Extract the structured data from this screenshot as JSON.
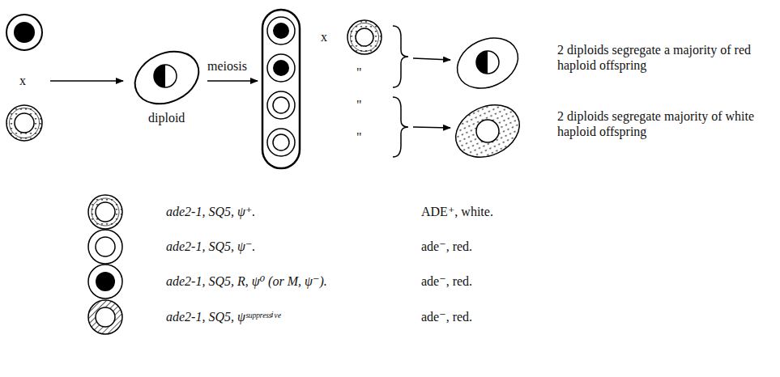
{
  "diagram": {
    "nodes": [
      {
        "text": [
          "diploid"
        ]
      }
    ],
    "labels": [
      "x",
      "meiosis",
      "x",
      "\"",
      "\"",
      "\"",
      "2 diploids segregate a majority of red haploid offspring",
      "2 diploids segregate majority of white haploid offspring",
      "ADE⁺, white.",
      "ade⁻, red.",
      "ade⁻, red.",
      "ade⁻, red."
    ],
    "legend": [
      {
        "text": "ade2-1, SQ5, ψ⁺."
      },
      {
        "text": "ade2-1, SQ5, ψ⁻."
      },
      {
        "text": "ade2-1, SQ5, R, ψ⁰ (or M, ψ⁻)."
      },
      {
        "text": "ade2-1, SQ5, ψˢᵘᵖᵖʳᵉˢˢⁱᵛᵉ"
      }
    ]
  }
}
